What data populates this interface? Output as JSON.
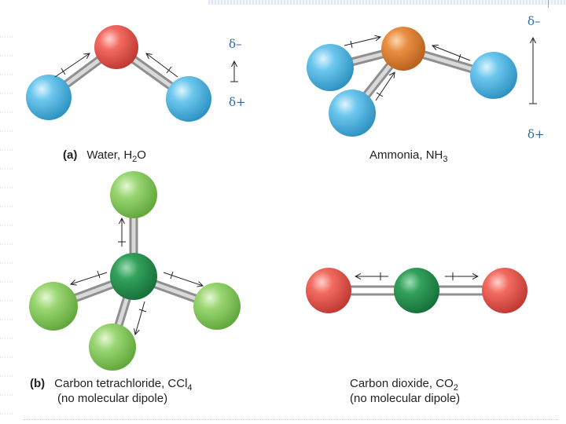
{
  "diagram": {
    "water": {
      "part_label": "(a)",
      "name": "Water, ",
      "formula_main": "H",
      "formula_sub": "2",
      "formula_tail": "O",
      "delta_minus": "δ–",
      "delta_plus": "δ+"
    },
    "ammonia": {
      "name": "Ammonia, ",
      "formula_main": "NH",
      "formula_sub": "3",
      "delta_minus": "δ–",
      "delta_plus": "δ+"
    },
    "ccl4": {
      "part_label": "(b)",
      "name": "Carbon tetrachloride, ",
      "formula_main": "CCl",
      "formula_sub": "4",
      "note": "(no molecular dipole)"
    },
    "co2": {
      "name": "Carbon dioxide, ",
      "formula_main": "CO",
      "formula_sub": "2",
      "note": "(no molecular dipole)"
    }
  },
  "colors": {
    "oxygen": "#e8534a",
    "hydrogen": "#5bbde6",
    "nitrogen": "#e0873a",
    "carbon": "#2f9a56",
    "chlorine": "#93d16a",
    "bond": "#a9a9a9",
    "label_blue": "#2a66a8"
  },
  "icons": [
    "water-molecule",
    "ammonia-molecule",
    "ccl4-molecule",
    "co2-molecule"
  ]
}
